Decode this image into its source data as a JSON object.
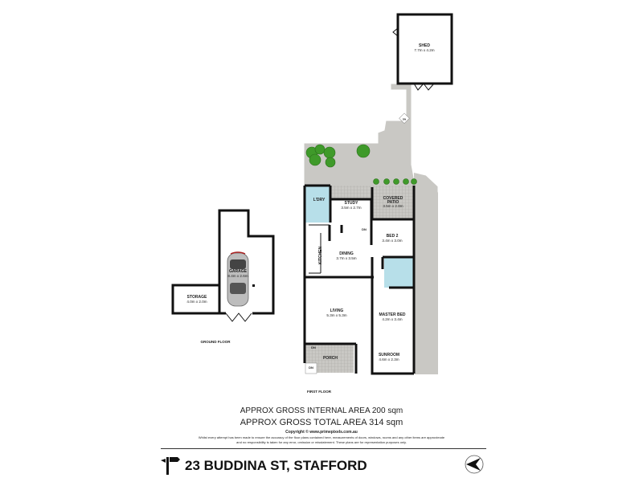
{
  "plan": {
    "rooms": {
      "shed": {
        "name": "SHED",
        "dims": "7.7m x 4.2m"
      },
      "laundry": {
        "name": "L'DRY"
      },
      "study": {
        "name": "STUDY",
        "dims": "3.5m x 2.7m"
      },
      "covered_patio": {
        "name1": "COVERED",
        "name2": "PATIO",
        "dims": "3.5m x 2.8m"
      },
      "kitchen": {
        "name": "KITCHEN"
      },
      "dining": {
        "name": "DINING",
        "dims": "3.7m x 3.5m"
      },
      "bed2": {
        "name": "BED 2",
        "dims": "3.4m x 3.0m"
      },
      "living": {
        "name": "LIVING",
        "dims": "5.3m x 5.3m"
      },
      "master_bed": {
        "name": "MASTER BED",
        "dims": "4.2m x 3.4m"
      },
      "sunroom": {
        "name": "SUNROOM",
        "dims": "4.6m x 2.3m"
      },
      "porch": {
        "name": "PORCH"
      },
      "garage": {
        "name": "GARAGE",
        "dims": "8.4m x 2.6m"
      },
      "storage": {
        "name": "STORAGE",
        "dims": "4.0m x 2.0m"
      }
    },
    "stair_labels": {
      "study": "DN",
      "porch_top": "DN",
      "porch_bottom": "DN",
      "yard": "DN"
    },
    "level_labels": {
      "ground": "GROUND FLOOR",
      "first": "FIRST FLOOR"
    },
    "colors": {
      "wet_area": "#b7dfe9",
      "paving": "#c9c8c4",
      "plants": "#3f9a2a",
      "walls": "#111111"
    }
  },
  "footer": {
    "internal_area": "APPROX GROSS INTERNAL AREA 200 sqm",
    "total_area": "APPROX GROSS TOTAL AREA 314 sqm",
    "copyright": "Copyright © www.primepixels.com.au",
    "disclaimer_1": "Whilst every attempt has been made to ensure the accuracy of the floor plans contained here, measurements of doors, windows, rooms and any other items are approximate",
    "disclaimer_2": "and no responsibility is taken for any error, omission or misstatement. These plans are for representation purposes only.",
    "address": "23 BUDDINA ST, STAFFORD",
    "icons": {
      "signpost": "signpost-icon",
      "compass": "north-compass-icon"
    }
  }
}
